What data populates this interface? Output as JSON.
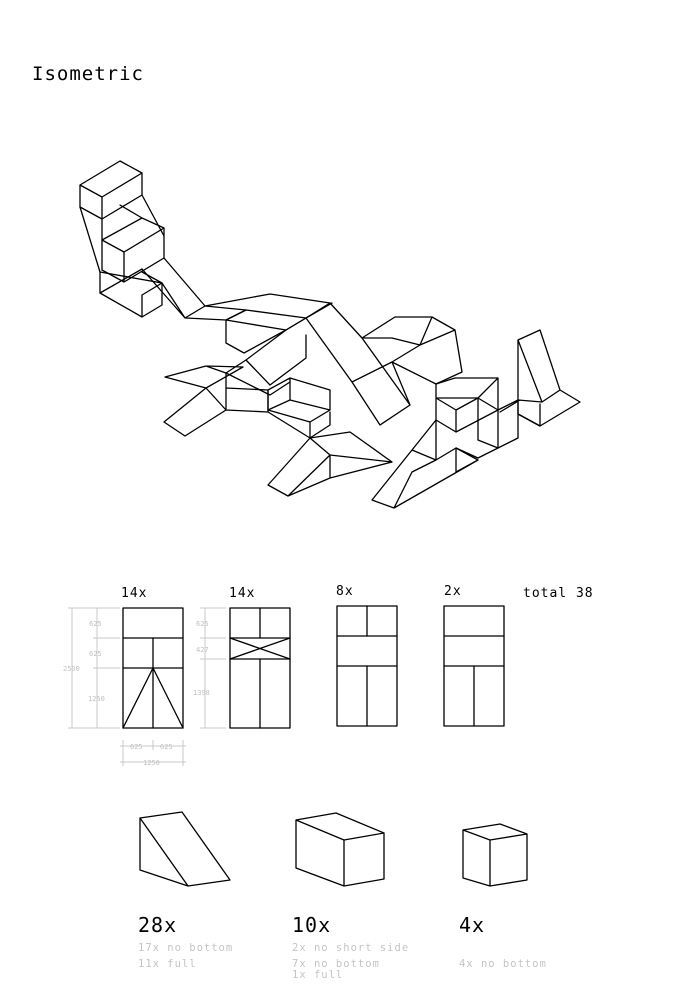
{
  "title": "Isometric",
  "panels": [
    {
      "count": "14x"
    },
    {
      "count": "14x"
    },
    {
      "count": "8x"
    },
    {
      "count": "2x"
    }
  ],
  "total": "total 38",
  "dimensions": {
    "left": [
      "625",
      "625",
      "2500",
      "1250"
    ],
    "bottom": [
      "625",
      "625",
      "1250"
    ],
    "second": [
      "625",
      "427",
      "1398"
    ]
  },
  "shapes": [
    {
      "name": "wedge",
      "count": "28x",
      "notes": [
        "17x no bottom",
        "11x full"
      ]
    },
    {
      "name": "long-box",
      "count": "10x",
      "notes": [
        "2x no short side",
        "7x no bottom",
        "1x full"
      ]
    },
    {
      "name": "cube",
      "count": "4x",
      "notes": [
        "4x no bottom"
      ]
    }
  ]
}
